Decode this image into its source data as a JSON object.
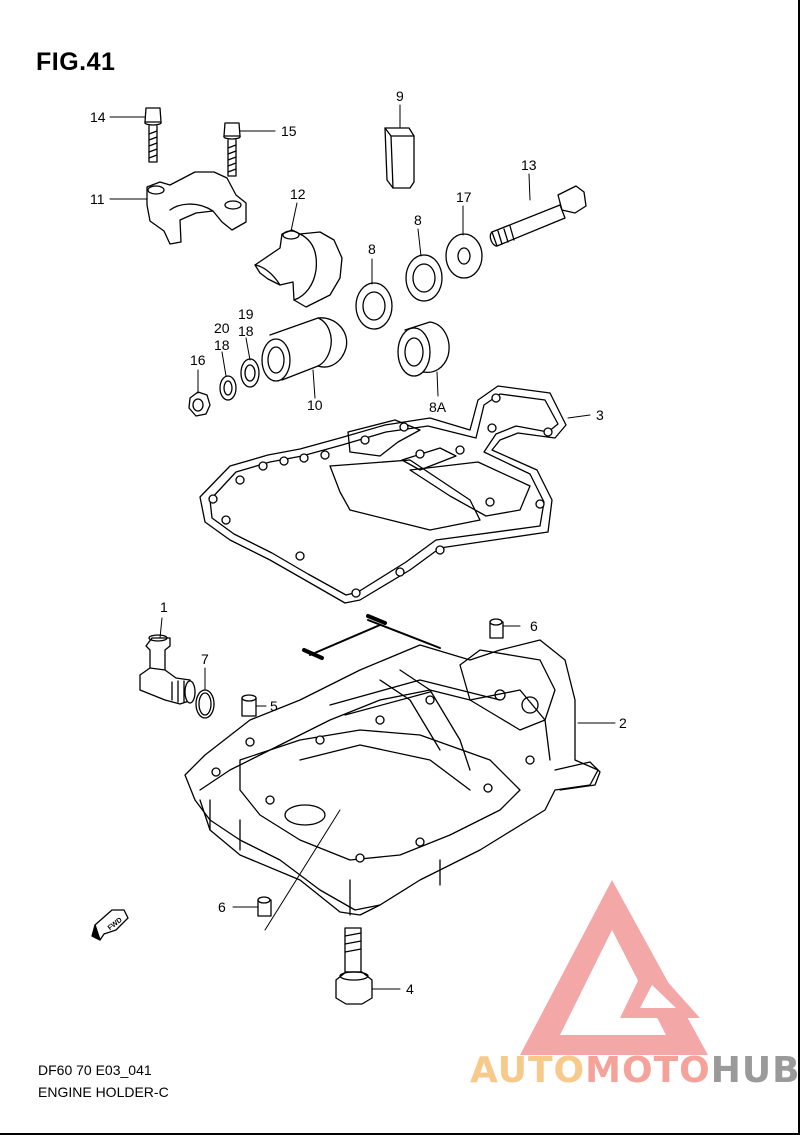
{
  "figure": {
    "title": "FIG.41",
    "drawing_code": "DF60 70 E03_041",
    "drawing_name": "ENGINE HOLDER-C"
  },
  "callouts": [
    {
      "id": "c1",
      "label": "1"
    },
    {
      "id": "c2",
      "label": "2"
    },
    {
      "id": "c3",
      "label": "3"
    },
    {
      "id": "c4",
      "label": "4"
    },
    {
      "id": "c5",
      "label": "5"
    },
    {
      "id": "c6a",
      "label": "6"
    },
    {
      "id": "c6b",
      "label": "6"
    },
    {
      "id": "c7",
      "label": "7"
    },
    {
      "id": "c8a",
      "label": "8"
    },
    {
      "id": "c8b",
      "label": "8"
    },
    {
      "id": "c8A",
      "label": "8A"
    },
    {
      "id": "c9",
      "label": "9"
    },
    {
      "id": "c10",
      "label": "10"
    },
    {
      "id": "c11",
      "label": "11"
    },
    {
      "id": "c12",
      "label": "12"
    },
    {
      "id": "c13",
      "label": "13"
    },
    {
      "id": "c14",
      "label": "14"
    },
    {
      "id": "c15",
      "label": "15"
    },
    {
      "id": "c16",
      "label": "16"
    },
    {
      "id": "c17",
      "label": "17"
    },
    {
      "id": "c18a",
      "label": "18"
    },
    {
      "id": "c18b",
      "label": "18"
    },
    {
      "id": "c19",
      "label": "19"
    },
    {
      "id": "c20",
      "label": "20"
    }
  ],
  "fwd_arrow": {
    "label": "FWD"
  },
  "watermark": {
    "part1": "AUTO",
    "part2": "MOTO",
    "part3": "HUB",
    "colors": {
      "auto": "#f7c98a",
      "moto": "#f5a39a",
      "hub": "#9a9a9a",
      "triangle": "#f08080"
    }
  }
}
